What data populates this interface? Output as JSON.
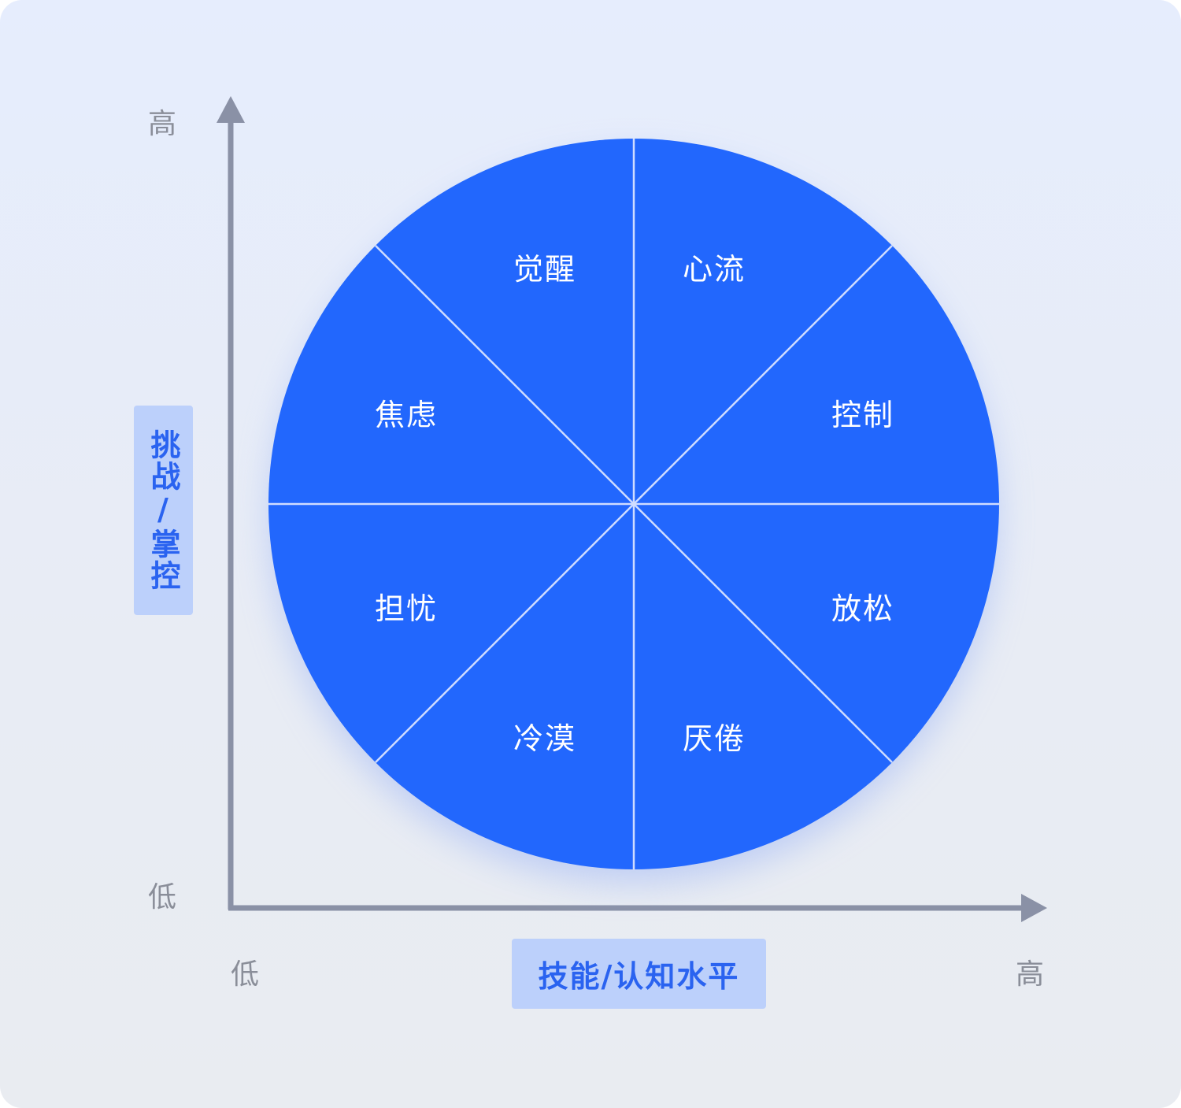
{
  "colors": {
    "wheel_fill": "#2267fd",
    "divider": "#cfdcff",
    "axis": "#8a91a6",
    "label_bg": "#bcd0fb",
    "label_text": "#2a63f0",
    "tick_text": "#8a8e99"
  },
  "y_axis": {
    "label": "挑战/掌控",
    "high": "高",
    "low": "低"
  },
  "x_axis": {
    "label": "技能/认知水平",
    "high": "高",
    "low": "低"
  },
  "wheel": {
    "sectors": [
      {
        "label": "觉醒",
        "position": "top-left"
      },
      {
        "label": "心流",
        "position": "top-right"
      },
      {
        "label": "控制",
        "position": "right-upper"
      },
      {
        "label": "放松",
        "position": "right-lower"
      },
      {
        "label": "厌倦",
        "position": "bottom-right"
      },
      {
        "label": "冷漠",
        "position": "bottom-left"
      },
      {
        "label": "担忧",
        "position": "left-lower"
      },
      {
        "label": "焦虑",
        "position": "left-upper"
      }
    ]
  }
}
